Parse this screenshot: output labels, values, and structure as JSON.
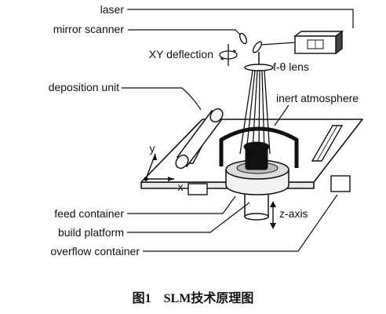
{
  "labels": {
    "laser": "laser",
    "mirror_scanner": "mirror scanner",
    "xy_deflection": "XY deflection",
    "f_theta_lens": "f-θ lens",
    "deposition_unit": "deposition unit",
    "inert_atmosphere": "inert atmosphere",
    "axis_y": "y",
    "axis_x": "x",
    "z_axis": "z-axis",
    "feed_container": "feed container",
    "build_platform": "build platform",
    "overflow_container": "overflow container"
  },
  "caption": "图1　SLM技术原理图"
}
